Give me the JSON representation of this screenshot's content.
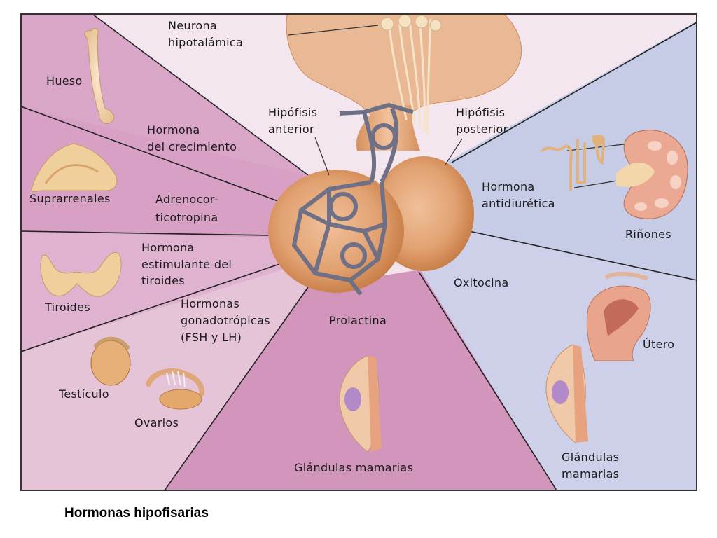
{
  "labels": {
    "neurona": [
      "Neurona",
      "hipotalámica"
    ],
    "hueso": "Hueso",
    "hormona_crecimiento": [
      "Hormona",
      "del crecimiento"
    ],
    "suprarrenales": "Suprarrenales",
    "adrenocorticotropina": [
      "Adrenocor-",
      "ticotropina"
    ],
    "hormona_tiroides": [
      "Hormona",
      "estimulante del",
      "tiroides"
    ],
    "tiroides": "Tiroides",
    "gonadotropicas": [
      "Hormonas",
      "gonadotrópicas",
      "(FSH y LH)"
    ],
    "testiculo": "Testículo",
    "ovarios": "Ovarios",
    "hipofisis_anterior": [
      "Hipófisis",
      "anterior"
    ],
    "hipofisis_posterior": [
      "Hipófisis",
      "posterior"
    ],
    "antidiuretica": [
      "Hormona",
      "antidiurética"
    ],
    "rinones": "Riñones",
    "oxitocina": "Oxitocina",
    "utero": "Útero",
    "prolactina": "Prolactina",
    "glandulas_mamarias_center": "Glándulas mamarias",
    "glandulas_mamarias_right": [
      "Glándulas",
      "mamarias"
    ]
  },
  "caption": "Hormonas hipofisarias",
  "colors": {
    "pink": "#d9a3c6",
    "pink_light": "#e9c8dc",
    "lavender": "#c6c9e3",
    "lavender_light": "#dfe1f0",
    "pituitary": "#e2a272",
    "pituitary_dark": "#c97b46",
    "vessels": "#6f6f86",
    "border": "#333333"
  }
}
